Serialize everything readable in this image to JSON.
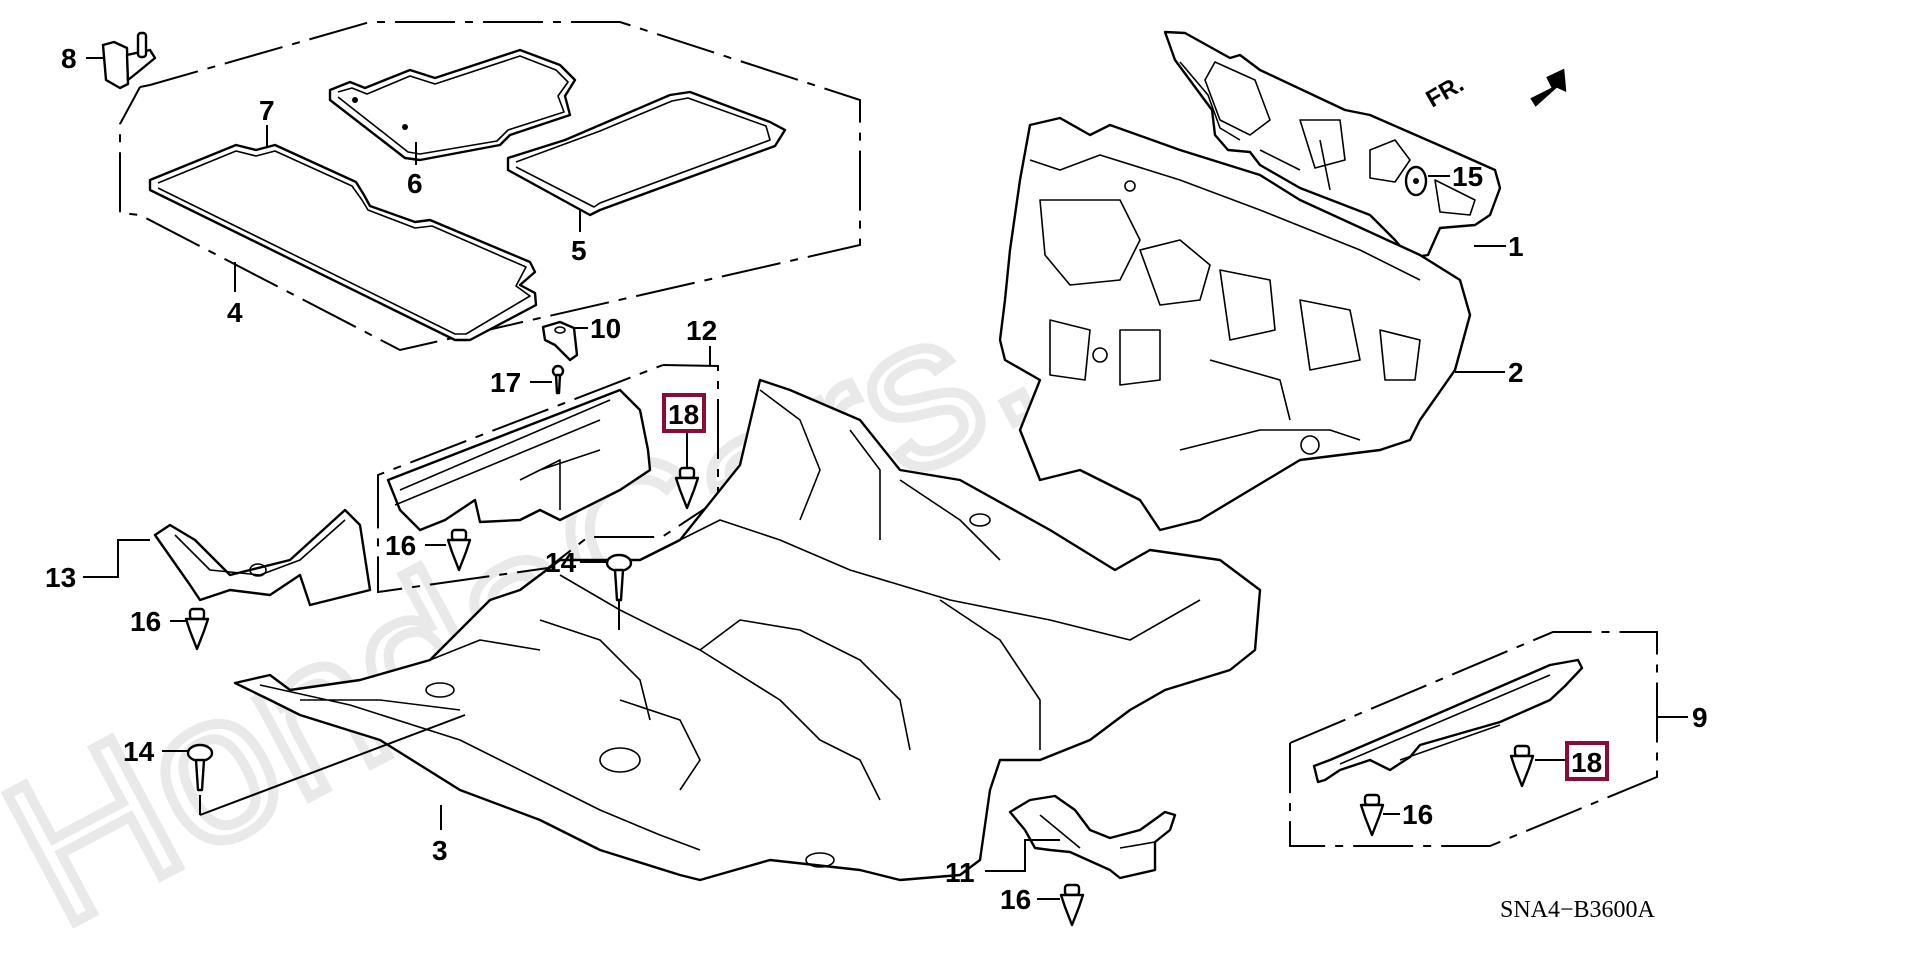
{
  "diagram": {
    "watermark": "HondaCars.ru",
    "direction_label": "FR.",
    "diagram_code": "SNA4−B3600A",
    "highlight_color": "#8b0a36",
    "callouts": [
      {
        "id": "c1",
        "label": "1",
        "part": "dashboard insulator (upper)"
      },
      {
        "id": "c2",
        "label": "2",
        "part": "dashboard insulator (lower)"
      },
      {
        "id": "c3",
        "label": "3",
        "part": "floor carpet"
      },
      {
        "id": "c4",
        "label": "4",
        "part": "floor mat set"
      },
      {
        "id": "c5",
        "label": "5",
        "part": "rear floor mat"
      },
      {
        "id": "c6",
        "label": "6",
        "part": "front floor mat (right)"
      },
      {
        "id": "c7",
        "label": "7",
        "part": "front floor mat (left)"
      },
      {
        "id": "c8",
        "label": "8",
        "part": "floor mat hook"
      },
      {
        "id": "c9",
        "label": "9",
        "part": "rear heater duct set"
      },
      {
        "id": "c10",
        "label": "10",
        "part": "bracket"
      },
      {
        "id": "c11",
        "label": "11",
        "part": "rear heater duct"
      },
      {
        "id": "c12",
        "label": "12",
        "part": "front heater duct set"
      },
      {
        "id": "c13",
        "label": "13",
        "part": "heater duct"
      },
      {
        "id": "c14a",
        "label": "14",
        "part": "screw"
      },
      {
        "id": "c14b",
        "label": "14",
        "part": "screw"
      },
      {
        "id": "c15",
        "label": "15",
        "part": "nut"
      },
      {
        "id": "c16a",
        "label": "16",
        "part": "clip"
      },
      {
        "id": "c16b",
        "label": "16",
        "part": "clip"
      },
      {
        "id": "c16c",
        "label": "16",
        "part": "clip"
      },
      {
        "id": "c16d",
        "label": "16",
        "part": "clip"
      },
      {
        "id": "c17",
        "label": "17",
        "part": "screw"
      },
      {
        "id": "c18a",
        "label": "18",
        "part": "clip",
        "highlighted": true
      },
      {
        "id": "c18b",
        "label": "18",
        "part": "clip",
        "highlighted": true
      }
    ]
  }
}
